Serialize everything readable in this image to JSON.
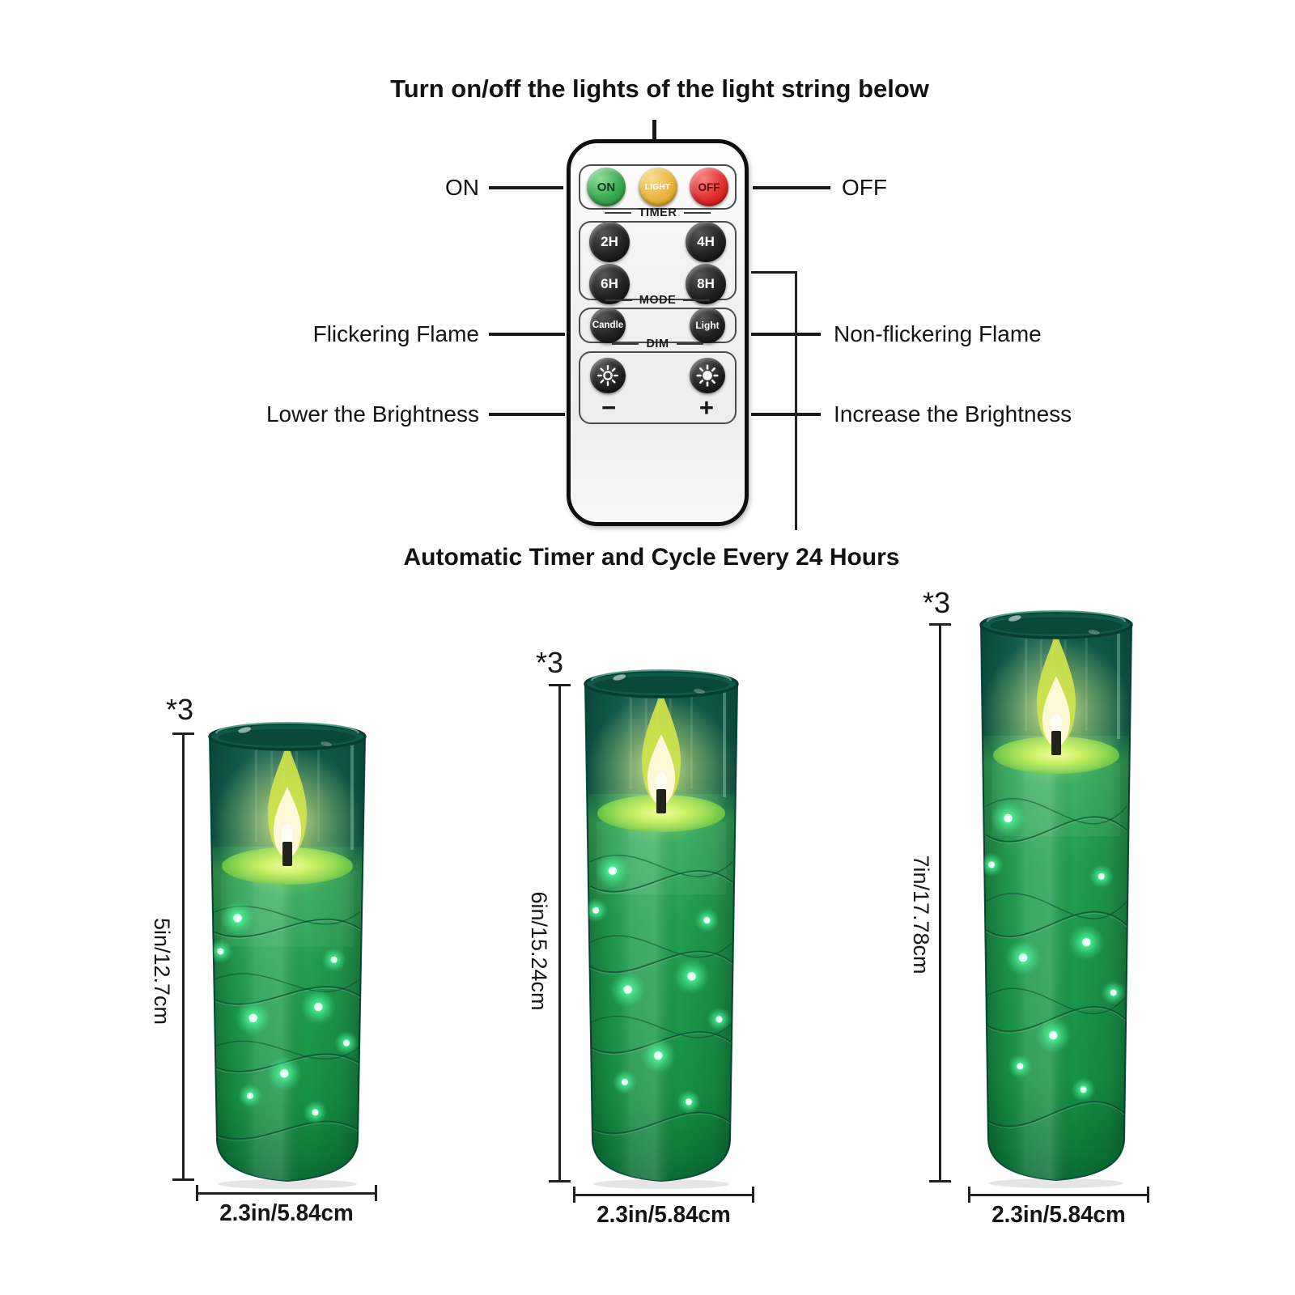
{
  "header": {
    "title": "Turn on/off the lights of the light string below",
    "caption": "Automatic Timer and Cycle Every 24 Hours"
  },
  "callouts": {
    "on": "ON",
    "off": "OFF",
    "flicker": "Flickering Flame",
    "nonflicker": "Non-flickering Flame",
    "lower": "Lower the Brightness",
    "increase": "Increase the Brightness"
  },
  "remote": {
    "power_buttons": [
      "ON",
      "LIGHT",
      "OFF"
    ],
    "timer_label": "TIMER",
    "timer_buttons": [
      "2H",
      "4H",
      "6H",
      "8H"
    ],
    "mode_label": "MODE",
    "mode_buttons": [
      "Candle",
      "Light"
    ],
    "dim_label": "DIM",
    "dim_icons": [
      "brightness-down-icon",
      "brightness-up-icon"
    ],
    "dim_minus": "−",
    "dim_plus": "+"
  },
  "candles": [
    {
      "qty": "*3",
      "height_label": "5in/12.7cm",
      "width_label": "2.3in/5.84cm"
    },
    {
      "qty": "*3",
      "height_label": "6in/15.24cm",
      "width_label": "2.3in/5.84cm"
    },
    {
      "qty": "*3",
      "height_label": "7in/17.78cm",
      "width_label": "2.3in/5.84cm"
    }
  ],
  "colors": {
    "line_black": "#1a1a1a",
    "remote_body": "#f5f5f5",
    "on_green": "#3aa84f",
    "light_amber": "#e7b23a",
    "off_red": "#e02a2b",
    "glass_teal_top": "#11604e",
    "candle_green": "#22a050",
    "candle_green_deep": "#0a6c33",
    "wax_green": "#bfec59",
    "flame_yellow": "#fdf9d8",
    "flame_outer": "#cfe44b",
    "led_green": "#46ff96",
    "wire_dark": "#0a3f2b"
  }
}
